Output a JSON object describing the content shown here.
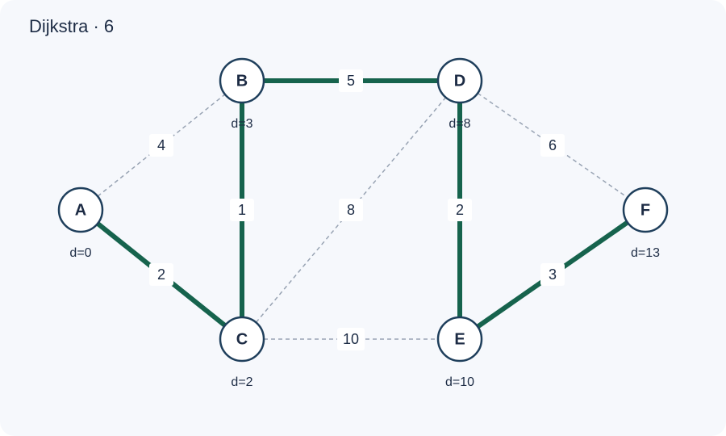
{
  "title": "Dijkstra · 6",
  "colors": {
    "background": "#f6f8fc",
    "tree_edge": "#16634d",
    "non_tree_edge": "#98a3b3",
    "node_fill": "#ffffff",
    "node_stroke": "#1f3f5c",
    "text": "#1c2b44",
    "label_box": "#ffffff"
  },
  "nodes": [
    {
      "id": "A",
      "label": "A",
      "distance": "d=0"
    },
    {
      "id": "B",
      "label": "B",
      "distance": "d=3"
    },
    {
      "id": "C",
      "label": "C",
      "distance": "d=2"
    },
    {
      "id": "D",
      "label": "D",
      "distance": "d=8"
    },
    {
      "id": "E",
      "label": "E",
      "distance": "d=10"
    },
    {
      "id": "F",
      "label": "F",
      "distance": "d=13"
    }
  ],
  "edges": [
    {
      "from": "A",
      "to": "B",
      "weight": "4",
      "in_tree": false
    },
    {
      "from": "A",
      "to": "C",
      "weight": "2",
      "in_tree": true
    },
    {
      "from": "B",
      "to": "C",
      "weight": "1",
      "in_tree": true
    },
    {
      "from": "B",
      "to": "D",
      "weight": "5",
      "in_tree": true
    },
    {
      "from": "C",
      "to": "D",
      "weight": "8",
      "in_tree": false
    },
    {
      "from": "C",
      "to": "E",
      "weight": "10",
      "in_tree": false
    },
    {
      "from": "D",
      "to": "E",
      "weight": "2",
      "in_tree": true
    },
    {
      "from": "D",
      "to": "F",
      "weight": "6",
      "in_tree": false
    },
    {
      "from": "E",
      "to": "F",
      "weight": "3",
      "in_tree": true
    }
  ]
}
